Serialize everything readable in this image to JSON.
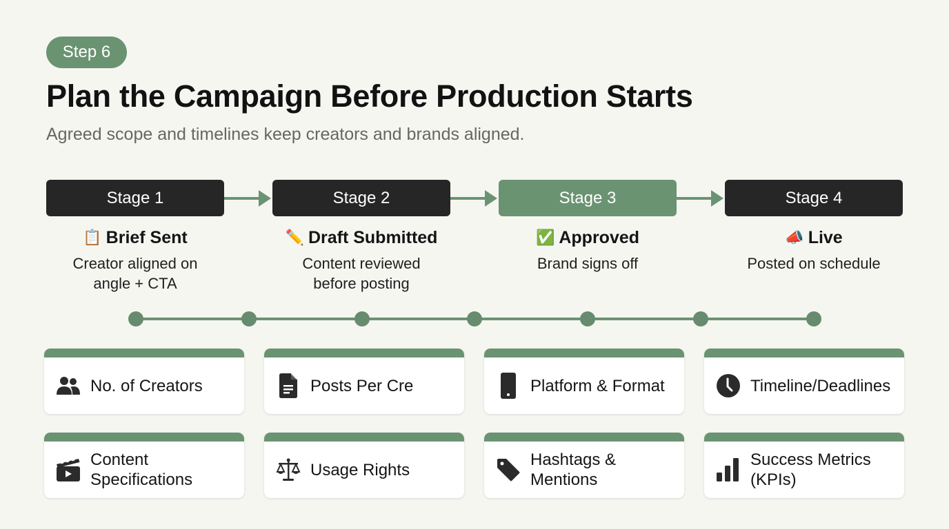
{
  "header": {
    "step_label": "Step 6",
    "title": "Plan the Campaign Before Production Starts",
    "subtitle": "Agreed scope and timelines keep creators and brands aligned."
  },
  "colors": {
    "accent_green": "#6a9372",
    "dark_box": "#262626",
    "background": "#f6f6f1"
  },
  "stages": [
    {
      "label": "Stage 1",
      "emoji": "📋",
      "emoji_name": "clipboard",
      "title": "Brief Sent",
      "desc_line1": "Creator aligned on",
      "desc_line2": "angle + CTA",
      "active": false
    },
    {
      "label": "Stage 2",
      "emoji": "✏️",
      "emoji_name": "pencil",
      "title": "Draft Submitted",
      "desc_line1": "Content reviewed",
      "desc_line2": "before posting",
      "active": false
    },
    {
      "label": "Stage 3",
      "emoji": "✅",
      "emoji_name": "check-mark",
      "title": "Approved",
      "desc_line1": "Brand signs off",
      "desc_line2": "",
      "active": true
    },
    {
      "label": "Stage 4",
      "emoji": "📣",
      "emoji_name": "megaphone",
      "title": "Live",
      "desc_line1": "Posted on schedule",
      "desc_line2": "",
      "active": false
    }
  ],
  "timeline": {
    "dot_count": 7
  },
  "cards": [
    {
      "label_line1": "No. of Creators",
      "label_line2": "",
      "icon": "people-icon"
    },
    {
      "label_line1": "Posts Per Cre",
      "label_line2": "",
      "icon": "document-icon"
    },
    {
      "label_line1": "Platform & Format",
      "label_line2": "",
      "icon": "phone-icon"
    },
    {
      "label_line1": "Timeline/Deadlines",
      "label_line2": "",
      "icon": "clock-icon"
    },
    {
      "label_line1": "Content",
      "label_line2": "Specifications",
      "icon": "clapperboard-icon"
    },
    {
      "label_line1": "Usage Rights",
      "label_line2": "",
      "icon": "scales-icon"
    },
    {
      "label_line1": "Hashtags &",
      "label_line2": "Mentions",
      "icon": "tag-icon"
    },
    {
      "label_line1": "Success Metrics",
      "label_line2": "(KPIs)",
      "icon": "bar-chart-icon"
    }
  ]
}
